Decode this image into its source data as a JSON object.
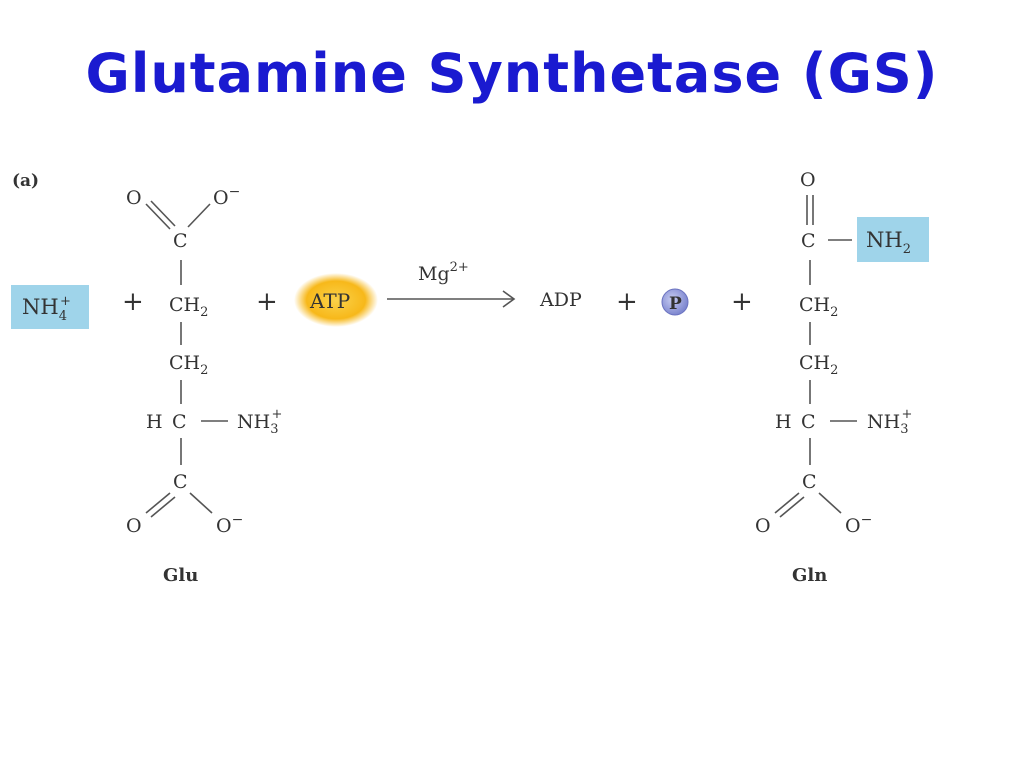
{
  "title": "Glutamine Synthetase (GS)",
  "panel_label": "(a)",
  "colors": {
    "title": "#1a1ad0",
    "nh4_box": "#9fd4ea",
    "nh2_box": "#9fd4ea",
    "atp_glow": "#f7b81a",
    "phosphate": "#8f97d8"
  },
  "reaction": {
    "nh4": {
      "base": "NH",
      "sub": "4",
      "sup": "+"
    },
    "plus": "+",
    "atp": "ATP",
    "catalyst": {
      "base": "Mg",
      "sup": "2+"
    },
    "adp": "ADP",
    "phosphate": "P"
  },
  "glu": {
    "name": "Glu",
    "o_left": "O",
    "o_minus": {
      "base": "O",
      "sup": "−"
    },
    "carboxyl_c": "C",
    "ch2": {
      "base": "CH",
      "sub": "2"
    },
    "alpha_h": "H",
    "alpha_c": "C",
    "nh3": {
      "base": "NH",
      "sub": "3",
      "sup": "+"
    }
  },
  "gln": {
    "name": "Gln",
    "o_top": "O",
    "amide_c": "C",
    "nh2": {
      "base": "NH",
      "sub": "2"
    },
    "ch2": {
      "base": "CH",
      "sub": "2"
    },
    "alpha_h": "H",
    "alpha_c": "C",
    "nh3": {
      "base": "NH",
      "sub": "3",
      "sup": "+"
    },
    "carboxyl_c": "C",
    "o_left": "O",
    "o_minus": {
      "base": "O",
      "sup": "−"
    }
  }
}
